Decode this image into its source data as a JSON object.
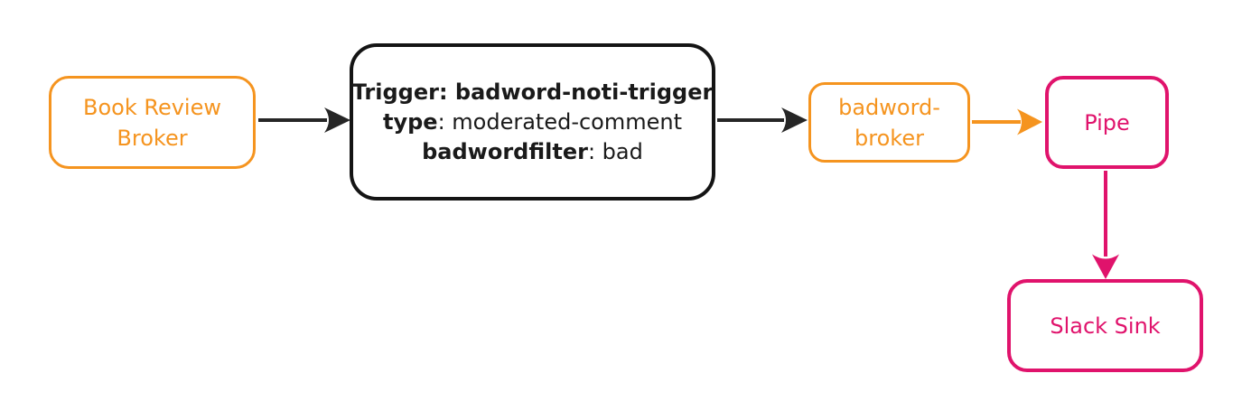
{
  "diagram": {
    "type": "event-flow-diagram",
    "background": "#ffffff",
    "colors": {
      "broker_orange": "#F5941F",
      "sink_pink": "#E0136C",
      "trigger_black": "#141414",
      "arrow_black": "#262626"
    },
    "nodes": {
      "book_review_broker": {
        "label": "Book Review\nBroker",
        "color": "#F5941F"
      },
      "trigger": {
        "line1_bold": "Trigger: badword-noti-trigger",
        "line2_bold": "type",
        "line2_rest": ": moderated-comment",
        "line3_bold": "badwordfilter",
        "line3_rest": ": bad",
        "color": "#141414"
      },
      "badword_broker": {
        "label": "badword-\nbroker",
        "color": "#F5941F"
      },
      "pipe": {
        "label": "Pipe",
        "color": "#E0136C"
      },
      "slack_sink": {
        "label": "Slack Sink",
        "color": "#E0136C"
      }
    },
    "edges": [
      {
        "from": "book_review_broker",
        "to": "trigger",
        "color": "#262626"
      },
      {
        "from": "trigger",
        "to": "badword_broker",
        "color": "#262626"
      },
      {
        "from": "badword_broker",
        "to": "pipe",
        "color": "#F5941F"
      },
      {
        "from": "pipe",
        "to": "slack_sink",
        "color": "#E0136C"
      }
    ]
  }
}
